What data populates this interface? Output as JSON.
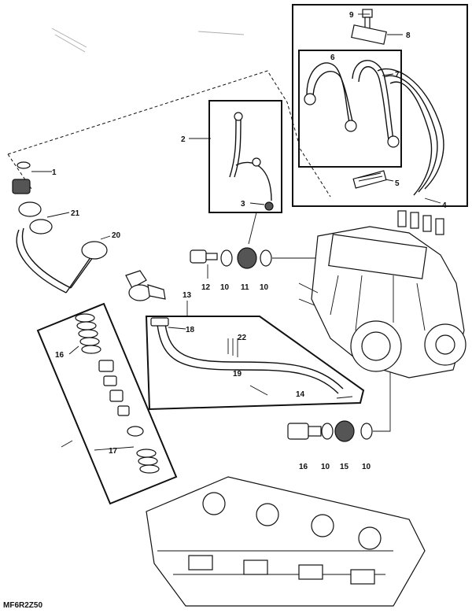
{
  "figure_id": "MF6R2Z50",
  "callouts": [
    {
      "key": "c1",
      "text": "1"
    },
    {
      "key": "c21",
      "text": "21"
    },
    {
      "key": "c20",
      "text": "20"
    },
    {
      "key": "c12",
      "text": "12"
    },
    {
      "key": "c10a",
      "text": "10"
    },
    {
      "key": "c11",
      "text": "11"
    },
    {
      "key": "c10b",
      "text": "10"
    },
    {
      "key": "c13",
      "text": "13"
    },
    {
      "key": "c18",
      "text": "18"
    },
    {
      "key": "c22",
      "text": "22"
    },
    {
      "key": "c19",
      "text": "19"
    },
    {
      "key": "c14",
      "text": "14"
    },
    {
      "key": "c16a",
      "text": "16"
    },
    {
      "key": "c17",
      "text": "17"
    },
    {
      "key": "c15",
      "text": "15"
    },
    {
      "key": "c16b",
      "text": "16"
    },
    {
      "key": "c10c",
      "text": "10"
    },
    {
      "key": "c10d",
      "text": "10"
    },
    {
      "key": "c2",
      "text": "2"
    },
    {
      "key": "c3",
      "text": "3"
    },
    {
      "key": "c4",
      "text": "4"
    },
    {
      "key": "c5",
      "text": "5"
    },
    {
      "key": "c6",
      "text": "6"
    },
    {
      "key": "c7",
      "text": "7"
    },
    {
      "key": "c8",
      "text": "8"
    },
    {
      "key": "c9",
      "text": "9"
    }
  ]
}
